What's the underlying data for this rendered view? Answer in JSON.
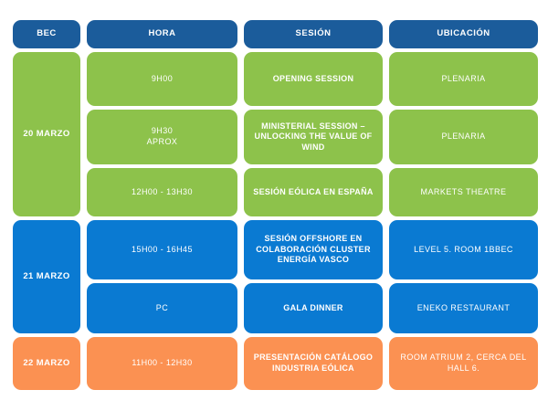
{
  "table": {
    "columns": [
      {
        "key": "bec",
        "label": "BEC"
      },
      {
        "key": "hora",
        "label": "HORA"
      },
      {
        "key": "sesion",
        "label": "SESIÓN"
      },
      {
        "key": "ubicacion",
        "label": "UBICACIÓN"
      }
    ],
    "days": [
      {
        "label": "20 MARZO",
        "color": "#8dc24b",
        "rows": 3
      },
      {
        "label": "21 MARZO",
        "color": "#0a7ad2",
        "rows": 2
      },
      {
        "label": "22 MARZO",
        "color": "#fb9152",
        "rows": 1
      }
    ],
    "rows": [
      {
        "day": "20 MARZO",
        "color": "green",
        "hora": "9H00",
        "hora_lines": [
          "9H00"
        ],
        "sesion": "OPENING SESSION",
        "sesion_lines": [
          "OPENING SESSION"
        ],
        "ubicacion": "PLENARIA",
        "ubicacion_lines": [
          "PLENARIA"
        ]
      },
      {
        "day": "20 MARZO",
        "color": "green",
        "hora": "9H30 APROX",
        "hora_lines": [
          "9H30",
          "APROX"
        ],
        "sesion": "MINISTERIAL SESSION – UNLOCKING THE VALUE OF WIND",
        "sesion_lines": [
          "MINISTERIAL SESSION –",
          "UNLOCKING THE VALUE OF",
          "WIND"
        ],
        "ubicacion": "PLENARIA",
        "ubicacion_lines": [
          "PLENARIA"
        ]
      },
      {
        "day": "20 MARZO",
        "color": "green",
        "hora": "12H00 - 13H30",
        "hora_lines": [
          "12H00 - 13H30"
        ],
        "sesion": "SESIÓN EÓLICA EN ESPAÑA",
        "sesion_lines": [
          "SESIÓN EÓLICA EN ESPAÑA"
        ],
        "ubicacion": "MARKETS THEATRE",
        "ubicacion_lines": [
          "MARKETS THEATRE"
        ]
      },
      {
        "day": "21 MARZO",
        "color": "blue",
        "hora": "15H00 - 16H45",
        "hora_lines": [
          "15H00 - 16H45"
        ],
        "sesion": "SESIÓN OFFSHORE EN COLABORACIÓN CLUSTER ENERGÍA VASCO",
        "sesion_lines": [
          "SESIÓN OFFSHORE EN",
          "COLABORACIÓN CLUSTER",
          "ENERGÍA VASCO"
        ],
        "ubicacion": "LEVEL 5. ROOM 1BBEC",
        "ubicacion_lines": [
          "LEVEL 5. ROOM 1BBEC"
        ]
      },
      {
        "day": "21 MARZO",
        "color": "blue",
        "hora": "PC",
        "hora_lines": [
          "PC"
        ],
        "sesion": "GALA DINNER",
        "sesion_lines": [
          "GALA DINNER"
        ],
        "ubicacion": "ENEKO RESTAURANT",
        "ubicacion_lines": [
          "ENEKO RESTAURANT"
        ]
      },
      {
        "day": "22 MARZO",
        "color": "orange",
        "hora": "11H00 - 12H30",
        "hora_lines": [
          "11H00 - 12H30"
        ],
        "sesion": "PRESENTACIÓN CATÁLOGO INDUSTRIA EÓLICA",
        "sesion_lines": [
          "PRESENTACIÓN CATÁLOGO",
          "INDUSTRIA EÓLICA"
        ],
        "ubicacion": "ROOM ATRIUM 2, CERCA DEL HALL 6.",
        "ubicacion_lines": [
          "ROOM ATRIUM 2, CERCA DEL",
          "HALL 6."
        ]
      }
    ]
  },
  "colors": {
    "header_blue": "#1b5c9b",
    "green": "#8dc24b",
    "blue": "#0a7ad2",
    "orange": "#fb9152",
    "background": "#ffffff",
    "text": "#ffffff"
  }
}
